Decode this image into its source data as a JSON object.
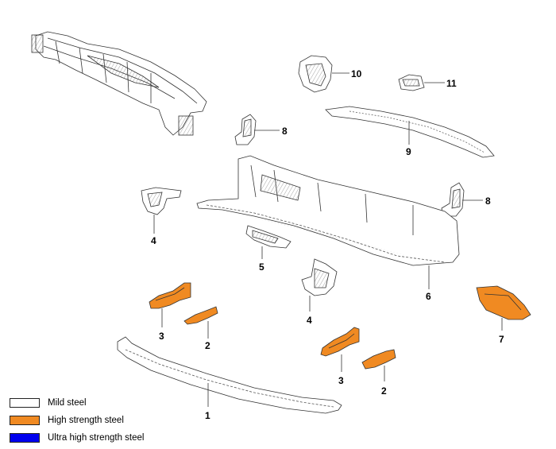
{
  "callouts": {
    "p1": "1",
    "p2a": "2",
    "p2b": "2",
    "p3a": "3",
    "p3b": "3",
    "p4a": "4",
    "p4b": "4",
    "p5": "5",
    "p6": "6",
    "p7": "7",
    "p8a": "8",
    "p8b": "8",
    "p9": "9",
    "p10": "10",
    "p11": "11"
  },
  "legend": [
    {
      "label": "Mild steel",
      "color": "#ffffff"
    },
    {
      "label": "High strength steel",
      "color": "#f08a22"
    },
    {
      "label": "Ultra high strength steel",
      "color": "#0000ee"
    }
  ],
  "colors": {
    "mild_steel": "#ffffff",
    "high_strength": "#f08a22",
    "ultra_high_strength": "#0000ee",
    "outline": "#333333"
  }
}
